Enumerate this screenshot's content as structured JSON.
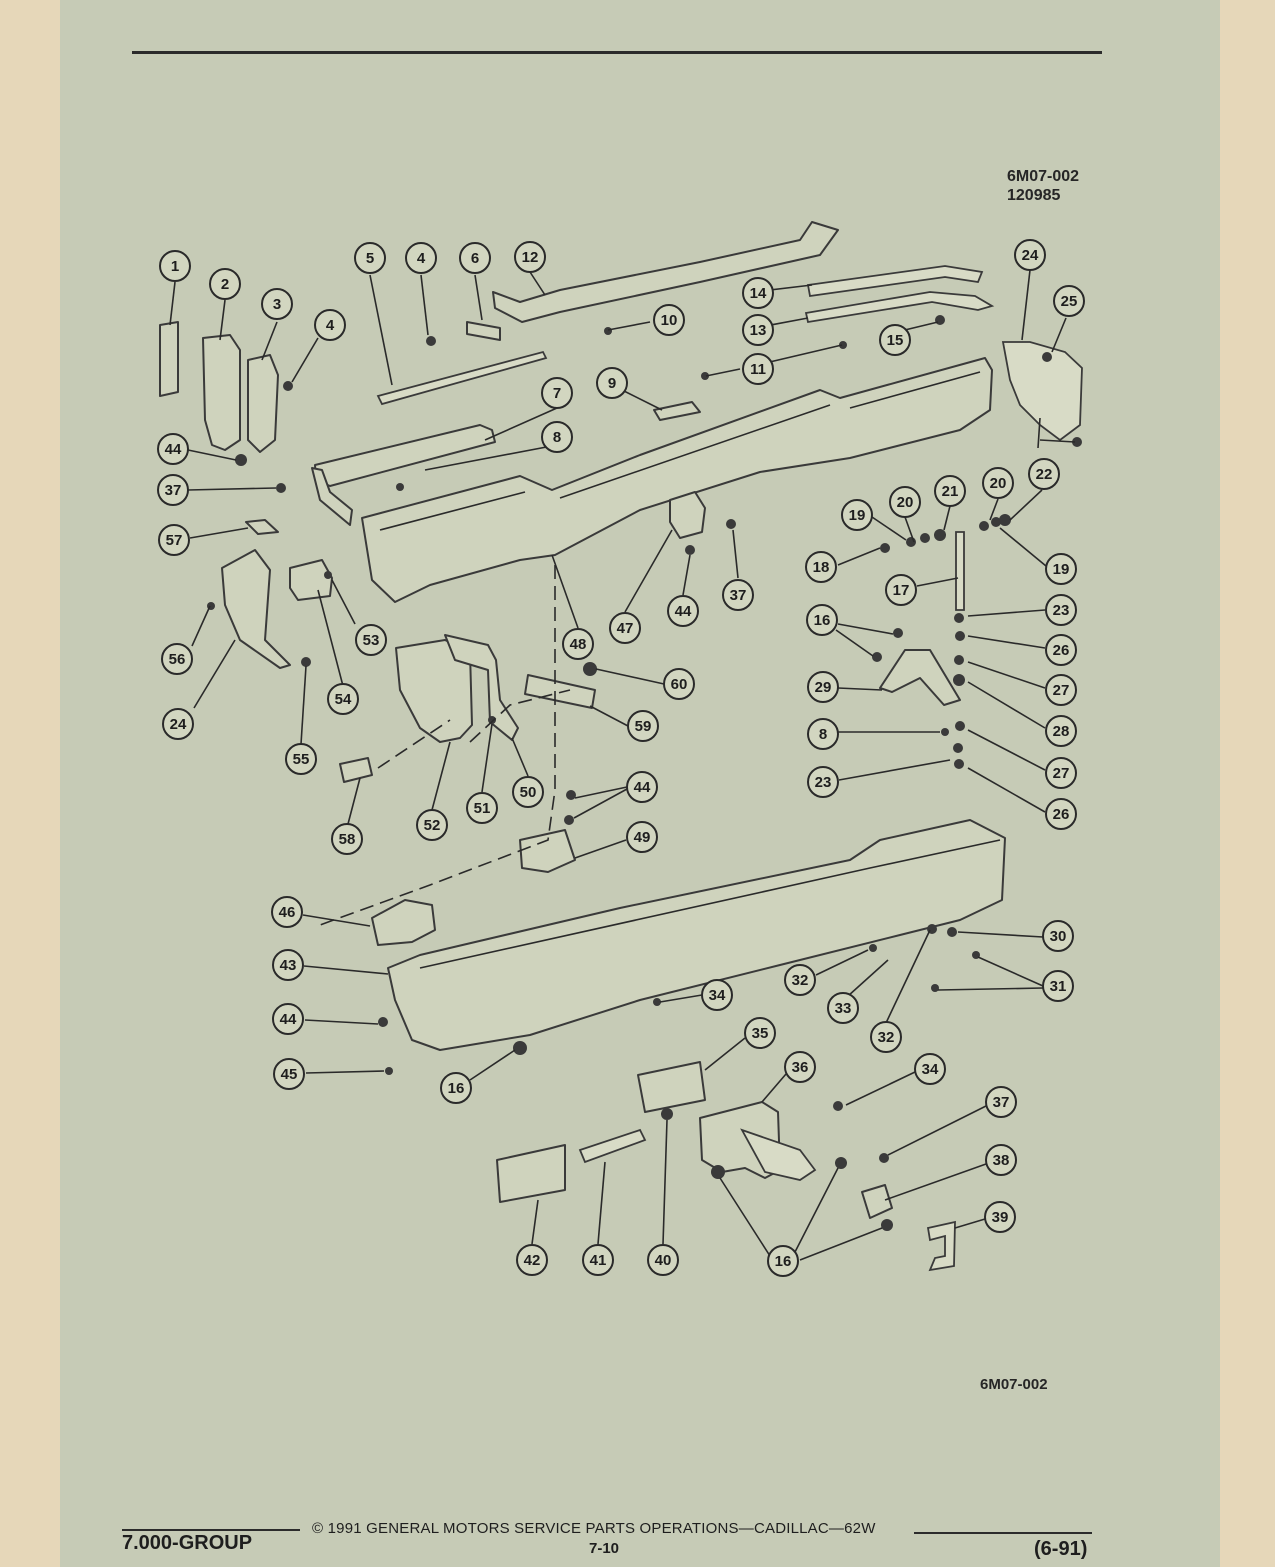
{
  "figure": {
    "code_top": "6M07-002",
    "date_code": "120985",
    "code_bottom": "6M07-002"
  },
  "callouts": [
    {
      "id": "c1",
      "label": "1"
    },
    {
      "id": "c2",
      "label": "2"
    },
    {
      "id": "c3",
      "label": "3"
    },
    {
      "id": "c4a",
      "label": "4"
    },
    {
      "id": "c4b",
      "label": "4"
    },
    {
      "id": "c5",
      "label": "5"
    },
    {
      "id": "c6",
      "label": "6"
    },
    {
      "id": "c7",
      "label": "7"
    },
    {
      "id": "c8a",
      "label": "8"
    },
    {
      "id": "c8b",
      "label": "8"
    },
    {
      "id": "c9",
      "label": "9"
    },
    {
      "id": "c10",
      "label": "10"
    },
    {
      "id": "c11",
      "label": "11"
    },
    {
      "id": "c12",
      "label": "12"
    },
    {
      "id": "c13",
      "label": "13"
    },
    {
      "id": "c14",
      "label": "14"
    },
    {
      "id": "c15",
      "label": "15"
    },
    {
      "id": "c16a",
      "label": "16"
    },
    {
      "id": "c16b",
      "label": "16"
    },
    {
      "id": "c16c",
      "label": "16"
    },
    {
      "id": "c17",
      "label": "17"
    },
    {
      "id": "c18",
      "label": "18"
    },
    {
      "id": "c19a",
      "label": "19"
    },
    {
      "id": "c19b",
      "label": "19"
    },
    {
      "id": "c20a",
      "label": "20"
    },
    {
      "id": "c20b",
      "label": "20"
    },
    {
      "id": "c21",
      "label": "21"
    },
    {
      "id": "c22",
      "label": "22"
    },
    {
      "id": "c23a",
      "label": "23"
    },
    {
      "id": "c23b",
      "label": "23"
    },
    {
      "id": "c24a",
      "label": "24"
    },
    {
      "id": "c24b",
      "label": "24"
    },
    {
      "id": "c25",
      "label": "25"
    },
    {
      "id": "c26a",
      "label": "26"
    },
    {
      "id": "c26b",
      "label": "26"
    },
    {
      "id": "c27a",
      "label": "27"
    },
    {
      "id": "c27b",
      "label": "27"
    },
    {
      "id": "c28",
      "label": "28"
    },
    {
      "id": "c29",
      "label": "29"
    },
    {
      "id": "c30",
      "label": "30"
    },
    {
      "id": "c31",
      "label": "31"
    },
    {
      "id": "c32a",
      "label": "32"
    },
    {
      "id": "c32b",
      "label": "32"
    },
    {
      "id": "c33",
      "label": "33"
    },
    {
      "id": "c34a",
      "label": "34"
    },
    {
      "id": "c34b",
      "label": "34"
    },
    {
      "id": "c35",
      "label": "35"
    },
    {
      "id": "c36",
      "label": "36"
    },
    {
      "id": "c37a",
      "label": "37"
    },
    {
      "id": "c37b",
      "label": "37"
    },
    {
      "id": "c37c",
      "label": "37"
    },
    {
      "id": "c38",
      "label": "38"
    },
    {
      "id": "c39",
      "label": "39"
    },
    {
      "id": "c40",
      "label": "40"
    },
    {
      "id": "c41",
      "label": "41"
    },
    {
      "id": "c42",
      "label": "42"
    },
    {
      "id": "c43",
      "label": "43"
    },
    {
      "id": "c44a",
      "label": "44"
    },
    {
      "id": "c44b",
      "label": "44"
    },
    {
      "id": "c44c",
      "label": "44"
    },
    {
      "id": "c44d",
      "label": "44"
    },
    {
      "id": "c45",
      "label": "45"
    },
    {
      "id": "c46",
      "label": "46"
    },
    {
      "id": "c47",
      "label": "47"
    },
    {
      "id": "c48",
      "label": "48"
    },
    {
      "id": "c49",
      "label": "49"
    },
    {
      "id": "c50",
      "label": "50"
    },
    {
      "id": "c51",
      "label": "51"
    },
    {
      "id": "c52",
      "label": "52"
    },
    {
      "id": "c53",
      "label": "53"
    },
    {
      "id": "c54",
      "label": "54"
    },
    {
      "id": "c55",
      "label": "55"
    },
    {
      "id": "c56",
      "label": "56"
    },
    {
      "id": "c57",
      "label": "57"
    },
    {
      "id": "c58",
      "label": "58"
    },
    {
      "id": "c59",
      "label": "59"
    },
    {
      "id": "c60",
      "label": "60"
    }
  ],
  "footer": {
    "group": "7.000-GROUP",
    "copyright": "© 1991 GENERAL MOTORS SERVICE PARTS OPERATIONS—CADILLAC—62W",
    "page": "7-10",
    "date": "(6-91)"
  }
}
